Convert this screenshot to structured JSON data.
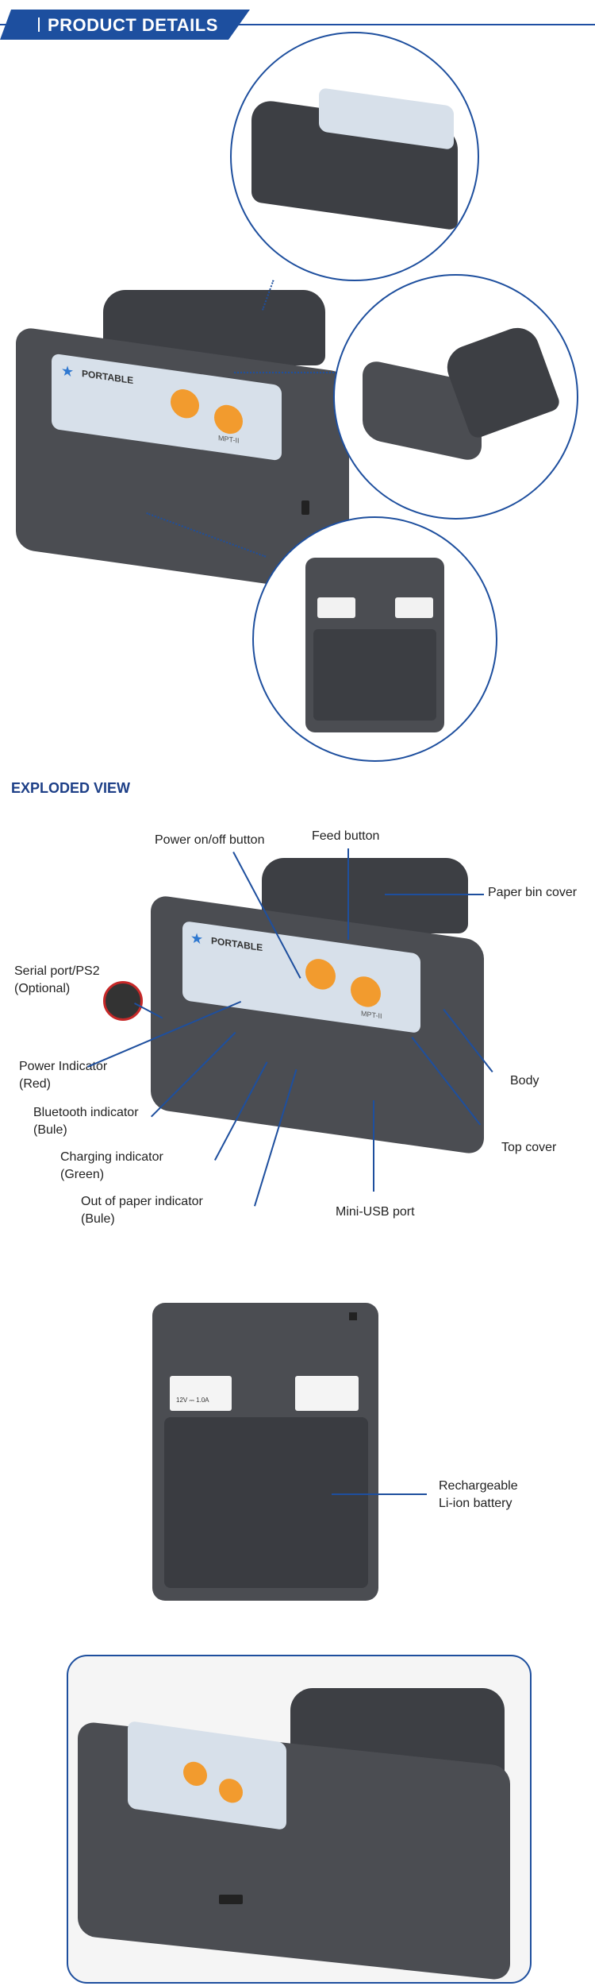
{
  "header": {
    "title": "PRODUCT DETAILS"
  },
  "exploded": {
    "title": "EXPLODED VIEW",
    "labels": {
      "power_button": "Power on/off button",
      "feed_button": "Feed button",
      "paper_bin": "Paper bin cover",
      "serial_port": "Serial port/PS2",
      "serial_opt": "(Optional)",
      "power_ind": "Power Indicator",
      "power_ind_sub": "(Red)",
      "bt_ind": "Bluetooth indicator",
      "bt_ind_sub": "(Bule)",
      "charge_ind": "Charging indicator",
      "charge_ind_sub": "(Green)",
      "paper_ind": "Out of paper indicator",
      "paper_ind_sub": "(Bule)",
      "body": "Body",
      "top_cover": "Top cover",
      "usb": "Mini-USB port"
    }
  },
  "device": {
    "panel_brand": "PORTABLE",
    "model": "MPT-II",
    "spec": "12V ⎓ 1.0A"
  },
  "battery": {
    "label_line1": "Rechargeable",
    "label_line2": "Li-ion battery"
  },
  "colors": {
    "accent": "#1e4f9e",
    "printer": "#4b4d52",
    "button": "#f29b2e"
  }
}
